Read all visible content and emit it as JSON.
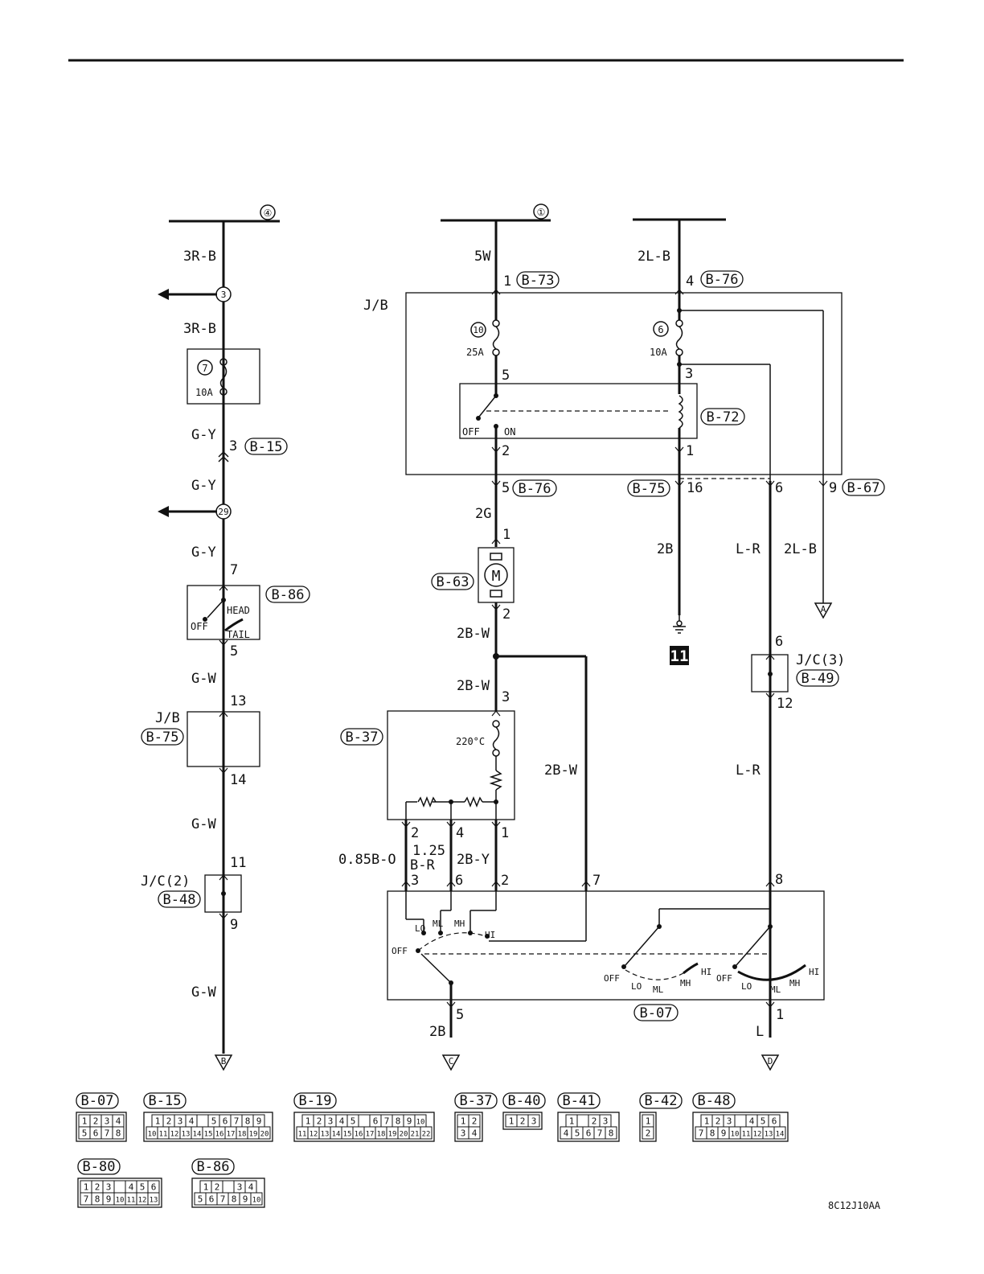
{
  "wires": {
    "left_top": "3R-B",
    "left_mid": "3R-B",
    "gy1": "G-Y",
    "gy2": "G-Y",
    "gy3": "G-Y",
    "gw1": "G-W",
    "gw2": "G-W",
    "gw3": "G-W",
    "w5w": "5W",
    "w2lb_top": "2L-B",
    "w2g": "2G",
    "w2bw1": "2B-W",
    "w2bw2": "2B-W",
    "w2bw3": "2B-W",
    "w2b_ground": "2B",
    "lr1": "L-R",
    "lr2": "L-R",
    "w2lb_right": "2L-B",
    "w085": "0.85B-O",
    "w125a": "1.25",
    "w125b": "B-R",
    "w2by": "2B-Y",
    "w2b_bottom": "2B",
    "wl": "L"
  },
  "buses": {
    "left": "④",
    "center": "①"
  },
  "connectors": {
    "b15": "B-15",
    "b86": "B-86",
    "b75a": "B-75",
    "b48": "B-48",
    "b73": "B-73",
    "b76a": "B-76",
    "b72": "B-72",
    "b76b": "B-76",
    "b75b": "B-75",
    "b67": "B-67",
    "b63": "B-63",
    "b49": "B-49",
    "b37": "B-37",
    "b07": "B-07"
  },
  "fuses": {
    "f7": "7",
    "f7amp": "10A",
    "f10": "10",
    "f10amp": "25A",
    "f6": "6",
    "f6amp": "10A",
    "thermal": "220°C"
  },
  "junctions": {
    "j3": "3",
    "j29": "29"
  },
  "ground": "11",
  "blocks": {
    "jb_top": "J/B",
    "jb_left1": "J/B",
    "jc2": "J/C(2)",
    "jc3": "J/C(3)"
  },
  "switch_labels": {
    "head": "HEAD",
    "off": "OFF",
    "tail": "TAIL",
    "relay_off": "OFF",
    "relay_on": "ON",
    "lo": "LO",
    "ml": "ML",
    "mh": "MH",
    "hi": "HI",
    "sw_off": "OFF",
    "a_off": "OFF",
    "a_lo": "LO",
    "a_ml": "ML",
    "a_mh": "MH",
    "a_hi": "HI",
    "b_off": "OFF",
    "b_lo": "LO",
    "b_ml": "ML",
    "b_mh": "MH",
    "b_hi": "HI"
  },
  "pins": {
    "p3_b15": "3",
    "p7_b86": "7",
    "p5_b86": "5",
    "p13": "13",
    "p14": "14",
    "p11": "11",
    "p9_jc2": "9",
    "p1_b73": "1",
    "p4_b76": "4",
    "p5_relay": "5",
    "p3_relay": "3",
    "p2_relay": "2",
    "p1_relay": "1",
    "p5_b76": "5",
    "p16": "16",
    "p6_jb": "6",
    "p9_b67": "9",
    "p1_motor": "1",
    "p2_motor": "2",
    "p3_res": "3",
    "p2_res": "2",
    "p4_res": "4",
    "p1_res": "1",
    "p3_sw": "3",
    "p6_sw": "6",
    "p2_sw": "2",
    "p7_sw": "7",
    "p8_sw": "8",
    "p5_sw": "5",
    "p1_sw": "1",
    "p6_jc3": "6",
    "p12_jc3": "12"
  },
  "terminals": {
    "a": "A",
    "b": "B",
    "c": "C",
    "d": "D"
  },
  "legend": [
    {
      "label": "B-07",
      "rows": [
        [
          "1",
          "2",
          "3",
          "4"
        ],
        [
          "5",
          "6",
          "7",
          "8"
        ]
      ]
    },
    {
      "label": "B-15",
      "rows": [
        [
          "1",
          "2",
          "3",
          "4",
          "",
          "5",
          "6",
          "7",
          "8",
          "9"
        ],
        [
          "10",
          "11",
          "12",
          "13",
          "14",
          "15",
          "16",
          "17",
          "18",
          "19",
          "20"
        ]
      ]
    },
    {
      "label": "B-19",
      "rows": [
        [
          "1",
          "2",
          "3",
          "4",
          "5",
          "",
          "6",
          "7",
          "8",
          "9",
          "10"
        ],
        [
          "11",
          "12",
          "13",
          "14",
          "15",
          "16",
          "17",
          "18",
          "19",
          "20",
          "21",
          "22"
        ]
      ]
    },
    {
      "label": "B-37",
      "rows": [
        [
          "1",
          "2"
        ],
        [
          "3",
          "4"
        ]
      ]
    },
    {
      "label": "B-40",
      "rows": [
        [
          "1",
          "2",
          "3"
        ]
      ]
    },
    {
      "label": "B-41",
      "rows": [
        [
          "1",
          "",
          "2",
          "3"
        ],
        [
          "4",
          "5",
          "6",
          "7",
          "8"
        ]
      ]
    },
    {
      "label": "B-42",
      "rows": [
        [
          "1"
        ],
        [
          "2"
        ]
      ]
    },
    {
      "label": "B-48",
      "rows": [
        [
          "1",
          "2",
          "3",
          "",
          "4",
          "5",
          "6"
        ],
        [
          "7",
          "8",
          "9",
          "10",
          "11",
          "12",
          "13",
          "14"
        ]
      ]
    },
    {
      "label": "B-80",
      "rows": [
        [
          "1",
          "2",
          "3",
          "",
          "4",
          "5",
          "6"
        ],
        [
          "7",
          "8",
          "9",
          "10",
          "11",
          "12",
          "13"
        ]
      ]
    },
    {
      "label": "B-86",
      "rows": [
        [
          "1",
          "2",
          "",
          "3",
          "4"
        ],
        [
          "5",
          "6",
          "7",
          "8",
          "9",
          "10"
        ]
      ]
    }
  ],
  "code": "8C12J10AA"
}
